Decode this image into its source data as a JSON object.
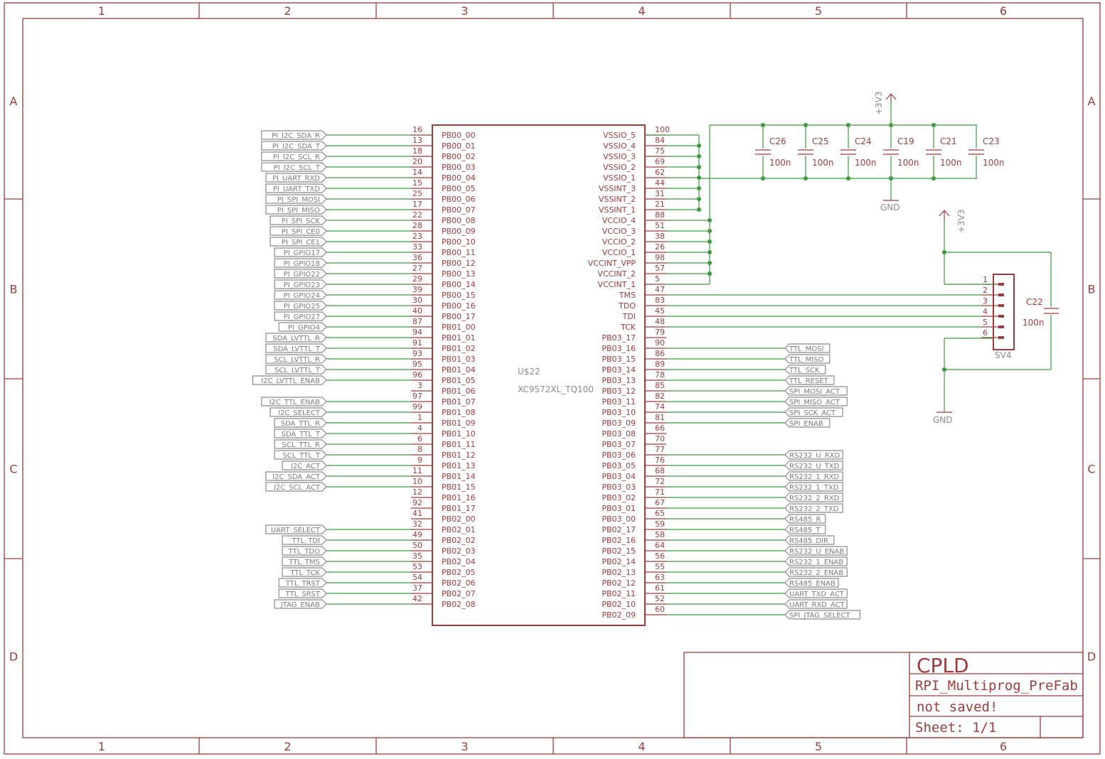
{
  "frame": {
    "columns": [
      "1",
      "2",
      "3",
      "4",
      "5",
      "6"
    ],
    "rows": [
      "A",
      "B",
      "C",
      "D"
    ]
  },
  "title_block": {
    "name": "CPLD",
    "project": "RPI_Multiprog_PreFab",
    "status": "not saved!",
    "sheet": "Sheet: 1/1"
  },
  "chip": {
    "ref": "U$22",
    "value": "XC9572XL_TQ100",
    "left_pins": [
      {
        "num": "16",
        "name": "PB00_00",
        "net": "PI_I2C_SDA_R"
      },
      {
        "num": "13",
        "name": "PB00_01",
        "net": "PI_I2C_SDA_T"
      },
      {
        "num": "18",
        "name": "PB00_02",
        "net": "PI_I2C_SCL_R"
      },
      {
        "num": "20",
        "name": "PB00_03",
        "net": "PI_I2C_SCL_T"
      },
      {
        "num": "14",
        "name": "PB00_04",
        "net": "PI_UART_RXD"
      },
      {
        "num": "15",
        "name": "PB00_05",
        "net": "PI_UART_TXD"
      },
      {
        "num": "25",
        "name": "PB00_06",
        "net": "PI_SPI_MOSI"
      },
      {
        "num": "17",
        "name": "PB00_07",
        "net": "PI_SPI_MISO"
      },
      {
        "num": "22",
        "name": "PB00_08",
        "net": "PI_SPI_SCK"
      },
      {
        "num": "28",
        "name": "PB00_09",
        "net": "PI_SPI_CE0"
      },
      {
        "num": "23",
        "name": "PB00_10",
        "net": "PI_SPI_CE1"
      },
      {
        "num": "33",
        "name": "PB00_11",
        "net": "PI_GPIO17"
      },
      {
        "num": "36",
        "name": "PB00_12",
        "net": "PI_GPIO18"
      },
      {
        "num": "27",
        "name": "PB00_13",
        "net": "PI_GPIO22"
      },
      {
        "num": "29",
        "name": "PB00_14",
        "net": "PI_GPIO23"
      },
      {
        "num": "39",
        "name": "PB00_15",
        "net": "PI_GPIO24"
      },
      {
        "num": "30",
        "name": "PB00_16",
        "net": "PI_GPIO25"
      },
      {
        "num": "40",
        "name": "PB00_17",
        "net": "PI_GPIO27"
      },
      {
        "num": "87",
        "name": "PB01_00",
        "net": "PI_GPIO4"
      },
      {
        "num": "94",
        "name": "PB01_01",
        "net": "SDA_LVTTL_R"
      },
      {
        "num": "91",
        "name": "PB01_02",
        "net": "SDA_LVTTL_T"
      },
      {
        "num": "93",
        "name": "PB01_03",
        "net": "SCL_LVTTL_R"
      },
      {
        "num": "95",
        "name": "PB01_04",
        "net": "SCL_LVTTL_T"
      },
      {
        "num": "96",
        "name": "PB01_05",
        "net": "I2C_LVTTL_ENAB"
      },
      {
        "num": "3",
        "name": "PB01_06",
        "net": ""
      },
      {
        "num": "97",
        "name": "PB01_07",
        "net": "I2C_TTL_ENAB"
      },
      {
        "num": "99",
        "name": "PB01_08",
        "net": "I2C_SELECT"
      },
      {
        "num": "1",
        "name": "PB01_09",
        "net": "SDA_TTL_R"
      },
      {
        "num": "4",
        "name": "PB01_10",
        "net": "SDA_TTL_T"
      },
      {
        "num": "6",
        "name": "PB01_11",
        "net": "SCL_TTL_R"
      },
      {
        "num": "8",
        "name": "PB01_12",
        "net": "SCL_TTL_T"
      },
      {
        "num": "9",
        "name": "PB01_13",
        "net": "I2C_ACT"
      },
      {
        "num": "11",
        "name": "PB01_14",
        "net": "I2C_SDA_ACT"
      },
      {
        "num": "10",
        "name": "PB01_15",
        "net": "I2C_SCL_ACT"
      },
      {
        "num": "12",
        "name": "PB01_16",
        "net": ""
      },
      {
        "num": "92",
        "name": "PB01_17",
        "net": ""
      },
      {
        "num": "41",
        "name": "PB02_00",
        "net": ""
      },
      {
        "num": "32",
        "name": "PB02_01",
        "net": "UART_SELECT"
      },
      {
        "num": "49",
        "name": "PB02_02",
        "net": "TTL_TDI"
      },
      {
        "num": "50",
        "name": "PB02_03",
        "net": "TTL_TDO"
      },
      {
        "num": "35",
        "name": "PB02_04",
        "net": "TTL_TMS"
      },
      {
        "num": "53",
        "name": "PB02_05",
        "net": "TTL_TCK"
      },
      {
        "num": "54",
        "name": "PB02_06",
        "net": "TTL_TRST"
      },
      {
        "num": "37",
        "name": "PB02_07",
        "net": "TTL_SRST"
      },
      {
        "num": "42",
        "name": "PB02_08",
        "net": "JTAG_ENAB"
      }
    ],
    "right_pins": [
      {
        "num": "100",
        "name": "VSSIO_5",
        "net": ""
      },
      {
        "num": "84",
        "name": "VSSIO_4",
        "net": ""
      },
      {
        "num": "75",
        "name": "VSSIO_3",
        "net": ""
      },
      {
        "num": "69",
        "name": "VSSIO_2",
        "net": ""
      },
      {
        "num": "62",
        "name": "VSSIO_1",
        "net": ""
      },
      {
        "num": "44",
        "name": "VSSINT_3",
        "net": ""
      },
      {
        "num": "31",
        "name": "VSSINT_2",
        "net": ""
      },
      {
        "num": "21",
        "name": "VSSINT_1",
        "net": ""
      },
      {
        "num": "88",
        "name": "VCCIO_4",
        "net": ""
      },
      {
        "num": "51",
        "name": "VCCIO_3",
        "net": ""
      },
      {
        "num": "38",
        "name": "VCCIO_2",
        "net": ""
      },
      {
        "num": "26",
        "name": "VCCIO_1",
        "net": ""
      },
      {
        "num": "98",
        "name": "VCCINT_VPP",
        "net": ""
      },
      {
        "num": "57",
        "name": "VCCINT_2",
        "net": ""
      },
      {
        "num": "5",
        "name": "VCCINT_1",
        "net": ""
      },
      {
        "num": "47",
        "name": "TMS",
        "net": ""
      },
      {
        "num": "83",
        "name": "TDO",
        "net": ""
      },
      {
        "num": "45",
        "name": "TDI",
        "net": ""
      },
      {
        "num": "48",
        "name": "TCK",
        "net": ""
      },
      {
        "num": "79",
        "name": "PB03_17",
        "net": ""
      },
      {
        "num": "90",
        "name": "PB03_16",
        "net": "TTL_MOSI"
      },
      {
        "num": "86",
        "name": "PB03_15",
        "net": "TTL_MISO"
      },
      {
        "num": "89",
        "name": "PB03_14",
        "net": "TTL_SCK"
      },
      {
        "num": "78",
        "name": "PB03_13",
        "net": "TTL_RESET"
      },
      {
        "num": "85",
        "name": "PB03_12",
        "net": "SPI_MOSI_ACT"
      },
      {
        "num": "82",
        "name": "PB03_11",
        "net": "SPI_MISO_ACT"
      },
      {
        "num": "74",
        "name": "PB03_10",
        "net": "SPI_SCK_ACT"
      },
      {
        "num": "81",
        "name": "PB03_09",
        "net": "SPI_ENAB"
      },
      {
        "num": "66",
        "name": "PB03_08",
        "net": ""
      },
      {
        "num": "70",
        "name": "PB03_07",
        "net": ""
      },
      {
        "num": "77",
        "name": "PB03_06",
        "net": "RS232_U_RXD"
      },
      {
        "num": "76",
        "name": "PB03_05",
        "net": "RS232_U_TXD"
      },
      {
        "num": "68",
        "name": "PB03_04",
        "net": "RS232_1_RXD"
      },
      {
        "num": "72",
        "name": "PB03_03",
        "net": "RS232_1_TXD"
      },
      {
        "num": "71",
        "name": "PB03_02",
        "net": "RS232_2_RXD"
      },
      {
        "num": "67",
        "name": "PB03_01",
        "net": "RS232_2_TXD"
      },
      {
        "num": "65",
        "name": "PB03_00",
        "net": "RS485_R"
      },
      {
        "num": "59",
        "name": "PB02_17",
        "net": "RS485_T"
      },
      {
        "num": "58",
        "name": "PB02_16",
        "net": "RS485_DIR"
      },
      {
        "num": "64",
        "name": "PB02_15",
        "net": "RS232_U_ENAB"
      },
      {
        "num": "56",
        "name": "PB02_14",
        "net": "RS232_1_ENAB"
      },
      {
        "num": "55",
        "name": "PB02_13",
        "net": "RS232_2_ENAB"
      },
      {
        "num": "63",
        "name": "PB02_12",
        "net": "RS485_ENAB"
      },
      {
        "num": "61",
        "name": "PB02_11",
        "net": "UART_TXD_ACT"
      },
      {
        "num": "52",
        "name": "PB02_10",
        "net": "UART_RXD_ACT"
      },
      {
        "num": "60",
        "name": "PB02_09",
        "net": "SPI_JTAG_SELECT"
      }
    ]
  },
  "decoupling": {
    "capacitors": [
      {
        "ref": "C26",
        "value": "100n"
      },
      {
        "ref": "C25",
        "value": "100n"
      },
      {
        "ref": "C24",
        "value": "100n"
      },
      {
        "ref": "C19",
        "value": "100n"
      },
      {
        "ref": "C21",
        "value": "100n"
      },
      {
        "ref": "C23",
        "value": "100n"
      }
    ],
    "supply": "+3V3",
    "ground": "GND"
  },
  "jtag_header": {
    "ref": "SV4",
    "pins": [
      "1",
      "2",
      "3",
      "4",
      "5",
      "6"
    ],
    "supply": "+3V3",
    "ground": "GND",
    "cap": {
      "ref": "C22",
      "value": "100n"
    }
  },
  "colors": {
    "symbol": "#9e3c3c",
    "wire": "#3c9a3c",
    "label": "#8a8a8a"
  }
}
